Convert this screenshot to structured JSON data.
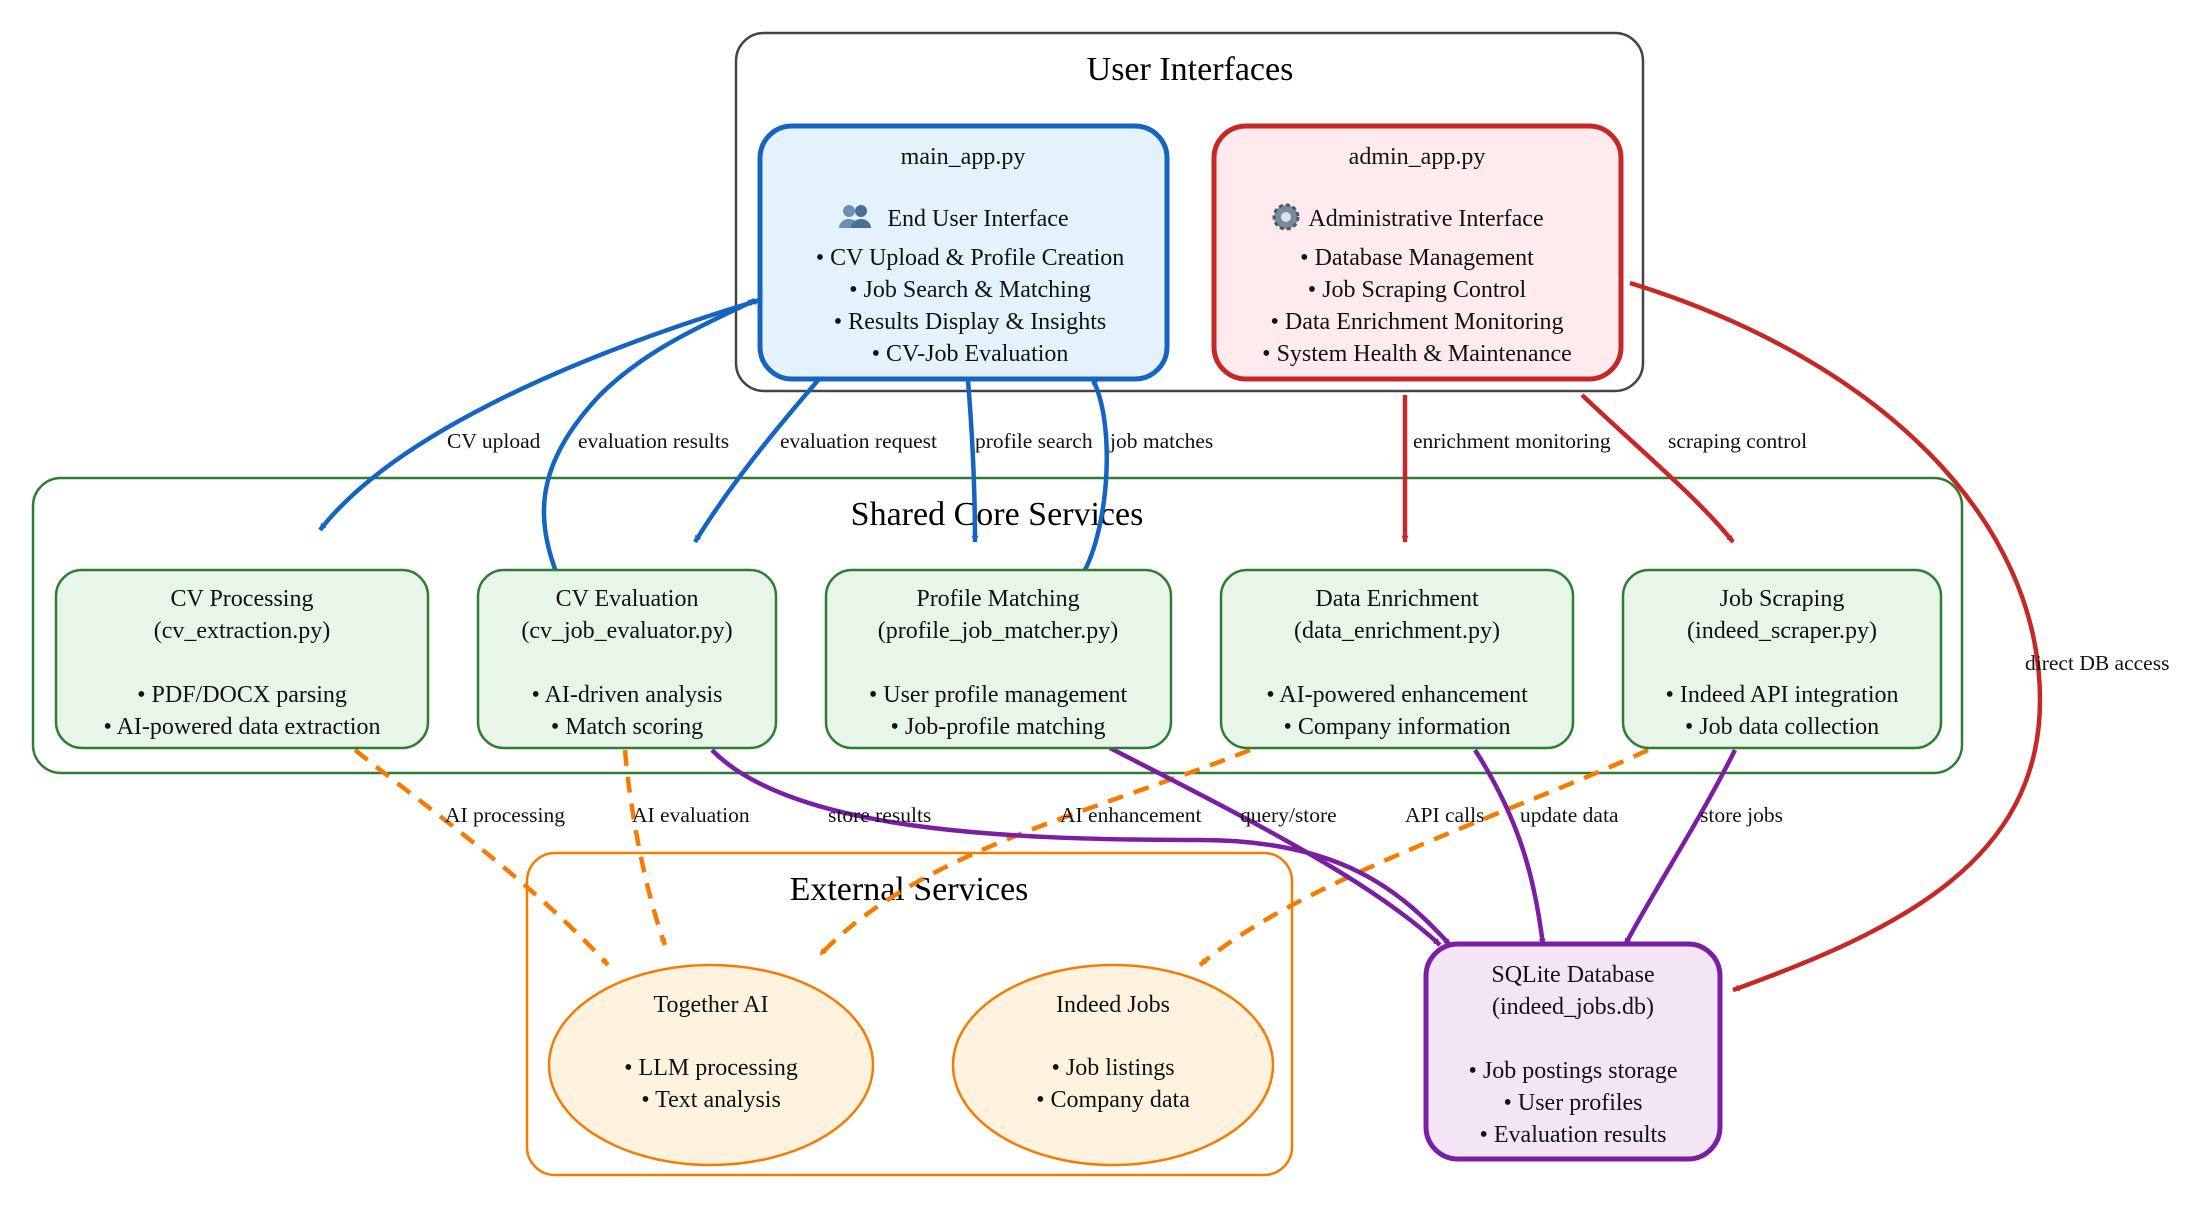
{
  "colors": {
    "ui_blue": "#1565C0",
    "ui_blue_fill": "#E3F2FD",
    "admin_red": "#C62828",
    "admin_red_fill": "#FFEBEE",
    "core_green": "#2E7D32",
    "core_green_fill": "#E8F5E9",
    "external_orange": "#F57C00",
    "external_orange_fill": "#FFF3E0",
    "db_purple": "#7B1FA2",
    "db_purple_fill": "#F3E5F5",
    "cluster_gray": "#444444"
  },
  "clusters": {
    "user_interfaces": "User Interfaces",
    "shared_core": "Shared Core Services",
    "external": "External Services"
  },
  "nodes": {
    "main_app": {
      "title": "main_app.py",
      "subtitle_icon": "users-icon",
      "subtitle": "End User Interface",
      "lines": [
        "• CV Upload & Profile Creation",
        "• Job Search & Matching",
        "• Results Display & Insights",
        "• CV-Job Evaluation"
      ]
    },
    "admin_app": {
      "title": "admin_app.py",
      "subtitle_icon": "gear-icon",
      "subtitle": "Administrative Interface",
      "lines": [
        "• Database Management",
        "• Job Scraping Control",
        "• Data Enrichment Monitoring",
        "• System Health & Maintenance"
      ]
    },
    "cv_processing": {
      "title": "CV Processing",
      "file": "(cv_extraction.py)",
      "lines": [
        "• PDF/DOCX parsing",
        "• AI-powered data extraction"
      ]
    },
    "cv_evaluation": {
      "title": "CV Evaluation",
      "file": "(cv_job_evaluator.py)",
      "lines": [
        "• AI-driven analysis",
        "• Match scoring"
      ]
    },
    "profile_matching": {
      "title": "Profile Matching",
      "file": "(profile_job_matcher.py)",
      "lines": [
        "• User profile management",
        "• Job-profile matching"
      ]
    },
    "data_enrichment": {
      "title": "Data Enrichment",
      "file": "(data_enrichment.py)",
      "lines": [
        "• AI-powered enhancement",
        "• Company information"
      ]
    },
    "job_scraping": {
      "title": "Job Scraping",
      "file": "(indeed_scraper.py)",
      "lines": [
        "• Indeed API integration",
        "• Job data collection"
      ]
    },
    "together_ai": {
      "title": "Together AI",
      "lines": [
        "• LLM processing",
        "• Text analysis"
      ]
    },
    "indeed_jobs": {
      "title": "Indeed Jobs",
      "lines": [
        "• Job listings",
        "• Company data"
      ]
    },
    "sqlite_db": {
      "title": "SQLite Database",
      "file": "(indeed_jobs.db)",
      "lines": [
        "• Job postings storage",
        "• User profiles",
        "• Evaluation results"
      ]
    }
  },
  "edges": {
    "cv_upload": "CV upload",
    "evaluation_results": "evaluation results",
    "evaluation_request": "evaluation request",
    "profile_search": "profile search",
    "job_matches": "job matches",
    "enrichment_monitoring": "enrichment monitoring",
    "scraping_control": "scraping control",
    "direct_db_access": "direct DB access",
    "ai_processing": "AI processing",
    "ai_evaluation": "AI evaluation",
    "store_results": "store results",
    "ai_enhancement": "AI enhancement",
    "query_store": "query/store",
    "api_calls": "API calls",
    "update_data": "update data",
    "store_jobs": "store jobs"
  }
}
